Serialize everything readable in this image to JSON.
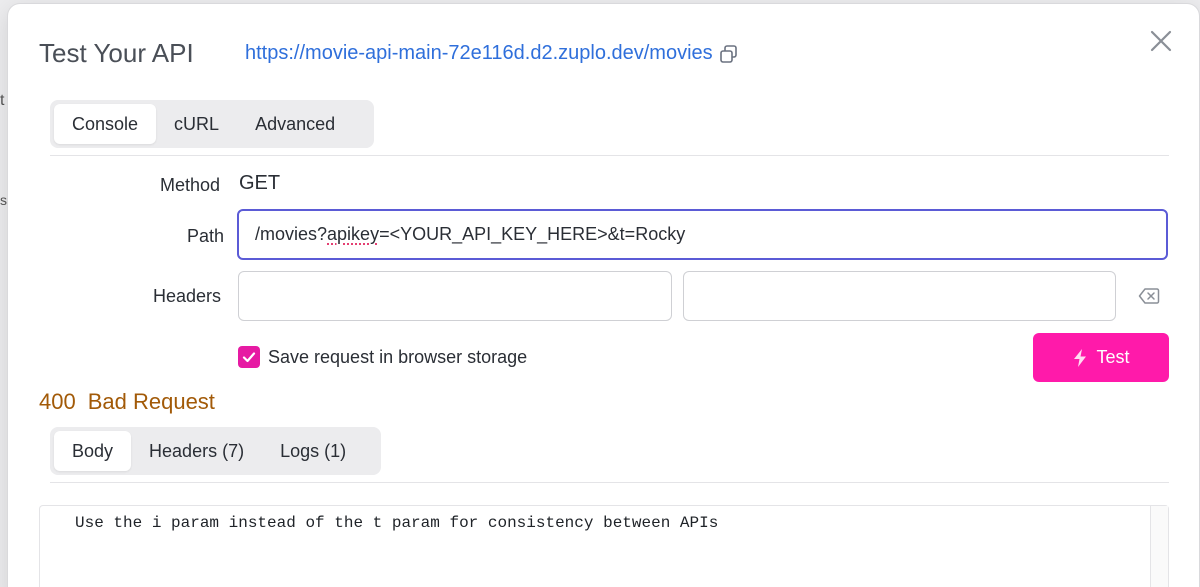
{
  "dialog": {
    "title": "Test Your API",
    "url": "https://movie-api-main-72e116d.d2.zuplo.dev/movies",
    "copy_icon": "copy-icon",
    "close_icon": "close-icon"
  },
  "request_tabs": [
    {
      "label": "Console",
      "active": true
    },
    {
      "label": "cURL",
      "active": false
    },
    {
      "label": "Advanced",
      "active": false
    }
  ],
  "form": {
    "method_label": "Method",
    "method_value": "GET",
    "path_label": "Path",
    "path_value_prefix": "/movies?",
    "path_value_misspelled": "apikey",
    "path_value_suffix": "=<YOUR_API_KEY_HERE>&t=Rocky",
    "headers_label": "Headers",
    "header_key_value": "",
    "header_value_value": "",
    "clear_icon": "backspace-icon",
    "save_label": "Save request in browser storage",
    "save_checked": true
  },
  "test_button": {
    "label": "Test",
    "icon": "bolt-icon",
    "color": "#ff1aaa"
  },
  "status": {
    "code": "400",
    "text": "Bad Request",
    "color": "#a25a08"
  },
  "response_tabs": [
    {
      "label": "Body",
      "active": true
    },
    {
      "label": "Headers (7)",
      "active": false
    },
    {
      "label": "Logs (1)",
      "active": false
    }
  ],
  "response_body": "Use the i param instead of the t param for consistency between APIs",
  "colors": {
    "accent": "#5b5bd6",
    "link": "#2f6fdb",
    "checkbox": "#e61aa3"
  }
}
